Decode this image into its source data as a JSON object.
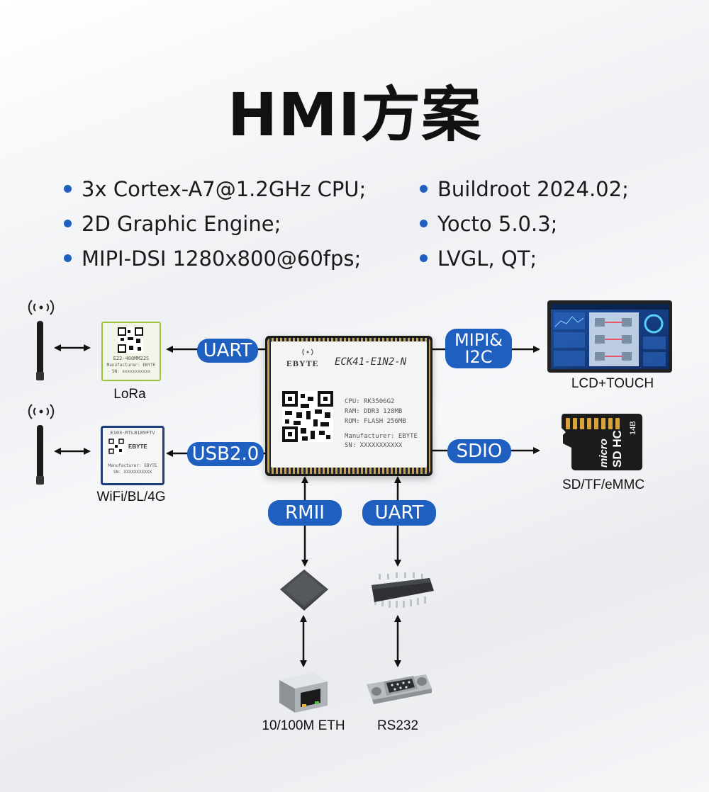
{
  "title": "HMI方案",
  "features_left": [
    "3x Cortex-A7@1.2GHz CPU;",
    "2D Graphic Engine;",
    "MIPI-DSI 1280x800@60fps;"
  ],
  "features_right": [
    "Buildroot 2024.02;",
    "Yocto 5.0.3;",
    "LVGL, QT;"
  ],
  "interfaces": {
    "uart_left": "UART",
    "usb": "USB2.0",
    "mipi_line1": "MIPI&",
    "mipi_line2": "I2C",
    "sdio": "SDIO",
    "rmii": "RMII",
    "uart_bottom": "UART"
  },
  "peripherals": {
    "lora": "LoRa",
    "wifi": "WiFi/BL/4G",
    "lcd": "LCD+TOUCH",
    "sd": "SD/TF/eMMC",
    "eth": "10/100M ETH",
    "rs232": "RS232"
  },
  "main_module": {
    "brand": "EBYTE",
    "model": "ECK41-E1N2-N",
    "cpu": "CPU: RK3506G2",
    "ram": "RAM: DDR3 128MB",
    "rom": "ROM: FLASH 256MB",
    "manufacturer": "Manufacturer: EBYTE",
    "sn": "SN: XXXXXXXXXXX"
  },
  "lora_module": {
    "model": "E22-400MM22S",
    "manufacturer": "Manufacturer: EBYTE",
    "sn": "SN: xxxxxxxxxxx"
  },
  "wifi_module": {
    "model": "E103-RTL8189FTV",
    "brand": "EBYTE",
    "manufacturer": "Manufacturer: EBYTE",
    "sn": "SN: XXXXXXXXXXX"
  },
  "sd_card": {
    "text1": "micro",
    "text2": "SD HC",
    "capacity": "14B"
  },
  "colors": {
    "accent": "#1f5fbf",
    "text": "#111111"
  }
}
